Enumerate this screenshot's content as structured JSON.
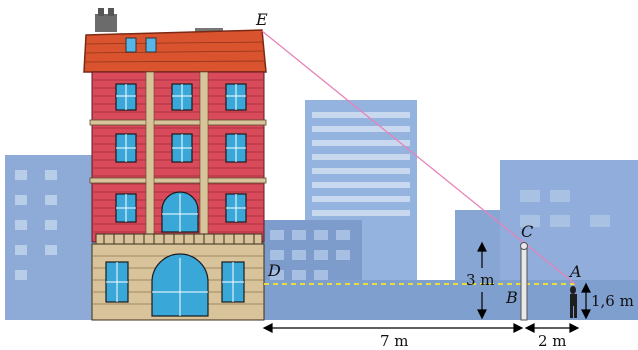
{
  "labels": {
    "E": "E",
    "C": "C",
    "D": "D",
    "A": "A",
    "B": "B"
  },
  "dimensions": {
    "pole_height": "3 m",
    "person_height": "1,6 m",
    "dist_DB": "7 m",
    "dist_BA": "2 m"
  },
  "colors": {
    "sight_line": "#e882b8",
    "level_line": "#e6df3a",
    "sky_buildings": "#8faed8",
    "house_wall": "#d94a5a",
    "roof": "#d9542e",
    "stone": "#d9c39a"
  }
}
